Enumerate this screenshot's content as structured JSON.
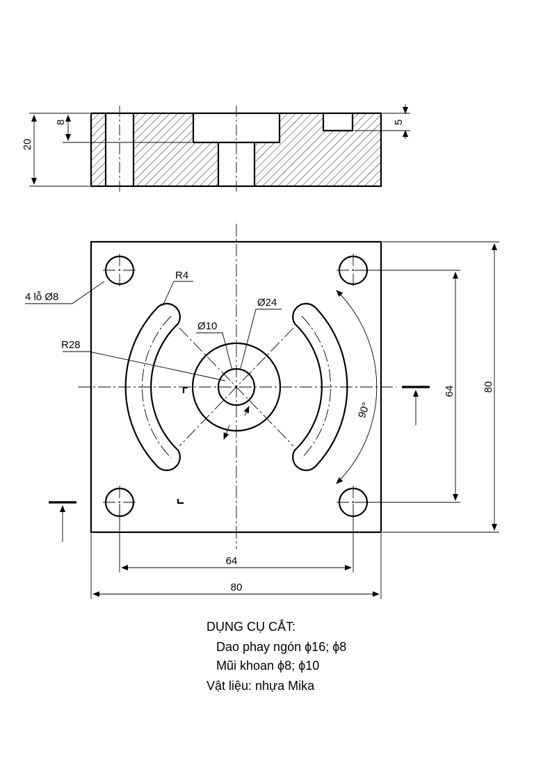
{
  "section_view": {
    "dim_20": "20",
    "dim_8": "8",
    "dim_5": "5"
  },
  "plan_view": {
    "hole_note": "4 lỗ Ø8",
    "radius_r4": "R4",
    "radius_r28": "R28",
    "dia_10": "Ø10",
    "dia_24": "Ø24",
    "angle_90": "90°",
    "dim_64_vertical": "64",
    "dim_80_vertical": "80",
    "dim_64_horizontal": "64",
    "dim_80_horizontal": "80"
  },
  "notes": {
    "title": "DỤNG CỤ CẮT:",
    "line1": "Dao phay ngón ϕ16;  ϕ8",
    "line2": "Mũi khoan ϕ8; ϕ10",
    "line3": "Vật liệu: nhựa Mika"
  }
}
